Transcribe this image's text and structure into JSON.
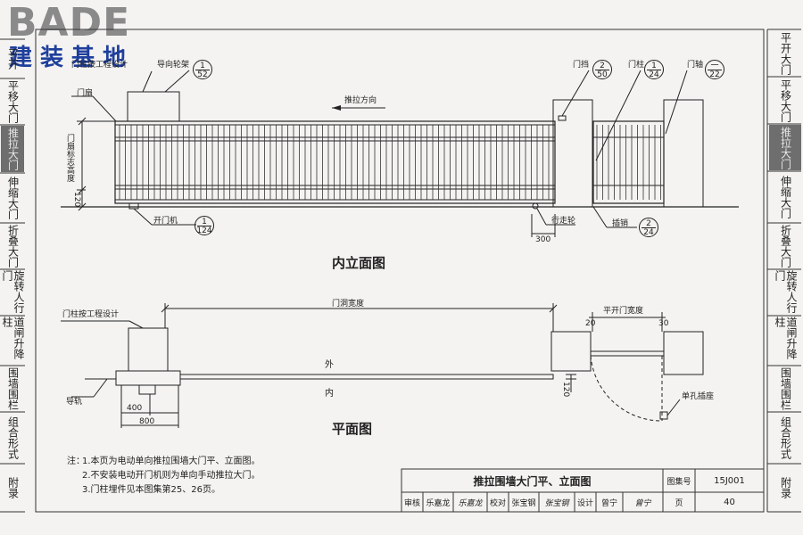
{
  "logo": {
    "en": "BADE",
    "cn": "建装基地"
  },
  "right_tabs": [
    {
      "label": "平开大门",
      "active": false
    },
    {
      "label": "平移大门",
      "active": false
    },
    {
      "label": "推拉大门",
      "active": true
    },
    {
      "label": "伸缩大门",
      "active": false
    },
    {
      "label": "折叠大门",
      "active": false
    },
    {
      "label": "旋转人行门",
      "active": false
    },
    {
      "label": "道闸升降柱",
      "active": false
    },
    {
      "label": "围墙围栏",
      "active": false
    },
    {
      "label": "组合形式",
      "active": false
    },
    {
      "label": "附录",
      "active": false
    }
  ],
  "left_tabs": [
    {
      "label": "平开",
      "active": false
    },
    {
      "label": "平移大门",
      "active": false
    },
    {
      "label": "推拉大门",
      "active": true
    },
    {
      "label": "伸缩大门",
      "active": false
    },
    {
      "label": "折叠大门",
      "active": false
    },
    {
      "label": "旋转人行门",
      "active": false
    },
    {
      "label": "道闸升降柱",
      "active": false
    },
    {
      "label": "围墙围栏",
      "active": false
    },
    {
      "label": "组合形式",
      "active": false
    },
    {
      "label": "附录",
      "active": false
    }
  ],
  "elevation": {
    "title": "内立面图",
    "labels": {
      "pillar_design": "门柱按工程设计",
      "guide_wheel": "导向轮架",
      "leaf": "门扇",
      "push_direction": "推拉方向",
      "height": "门扇标志高度",
      "dim_120": "120",
      "opener": "开门机",
      "walk_wheel": "行走轮",
      "dim_300": "300",
      "bolt": "插销",
      "stop": "门挡",
      "post": "门柱",
      "hinge": "门轴"
    },
    "refs": {
      "guide": {
        "num": "1",
        "page": "52"
      },
      "opener": {
        "num": "1",
        "page": "124"
      },
      "stop": {
        "num": "2",
        "page": "50"
      },
      "post": {
        "num": "1",
        "page": "24"
      },
      "hinge": {
        "num": "一",
        "page": "22"
      },
      "bolt": {
        "num": "2",
        "page": "24"
      }
    }
  },
  "plan": {
    "title": "平面图",
    "labels": {
      "pillar_design": "门柱按工程设计",
      "opening_width": "门洞宽度",
      "swing_width": "平开门宽度",
      "dim_20": "20",
      "dim_30": "30",
      "outside": "外",
      "inside": "内",
      "rail": "导轨",
      "dim_400": "400",
      "dim_800": "800",
      "dim_120": "120",
      "socket": "单孔插座"
    }
  },
  "notes": {
    "prefix": "注：",
    "lines": [
      "1.本页为电动单向推拉围墙大门平、立面图。",
      "2.不安装电动开门机则为单向手动推拉大门。",
      "3.门柱埋件见本图集第25、26页。"
    ]
  },
  "title_block": {
    "drawing_title": "推拉围墙大门平、立面图",
    "atlas_label": "图集号",
    "atlas_no": "15J001",
    "review_label": "审核",
    "review_name": "乐嘉龙",
    "review_sign": "乐嘉龙",
    "check_label": "校对",
    "check_name": "张宝钢",
    "check_sign": "张宝钢",
    "design_label": "设计",
    "design_name": "曾宁",
    "design_sign": "曾宁",
    "page_label": "页",
    "page_no": "40"
  }
}
